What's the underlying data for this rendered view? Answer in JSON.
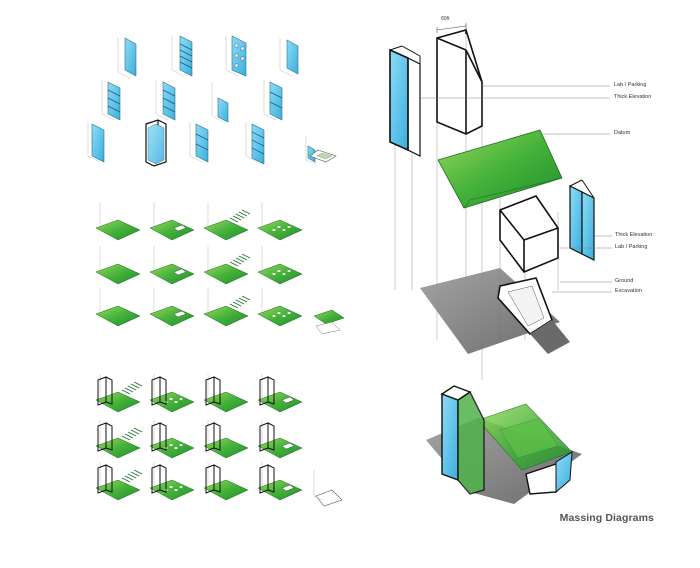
{
  "title": "Massing Diagrams",
  "dimension_label": "80ft",
  "callouts": {
    "lab_parking_top": "Lab / Parking",
    "thick_elevation_top": "Thick Elevation",
    "datum": "Datum",
    "thick_elevation_mid": "Thick Elevation",
    "lab_parking_mid": "Lab / Parking",
    "ground": "Ground",
    "excavation": "Excavation"
  },
  "colors": {
    "elevation_blue": "#5fc4e8",
    "green_plane": "#3aaa35",
    "green_light": "#8fd45a",
    "shadow_gray": "#777777",
    "outline": "#111111"
  }
}
